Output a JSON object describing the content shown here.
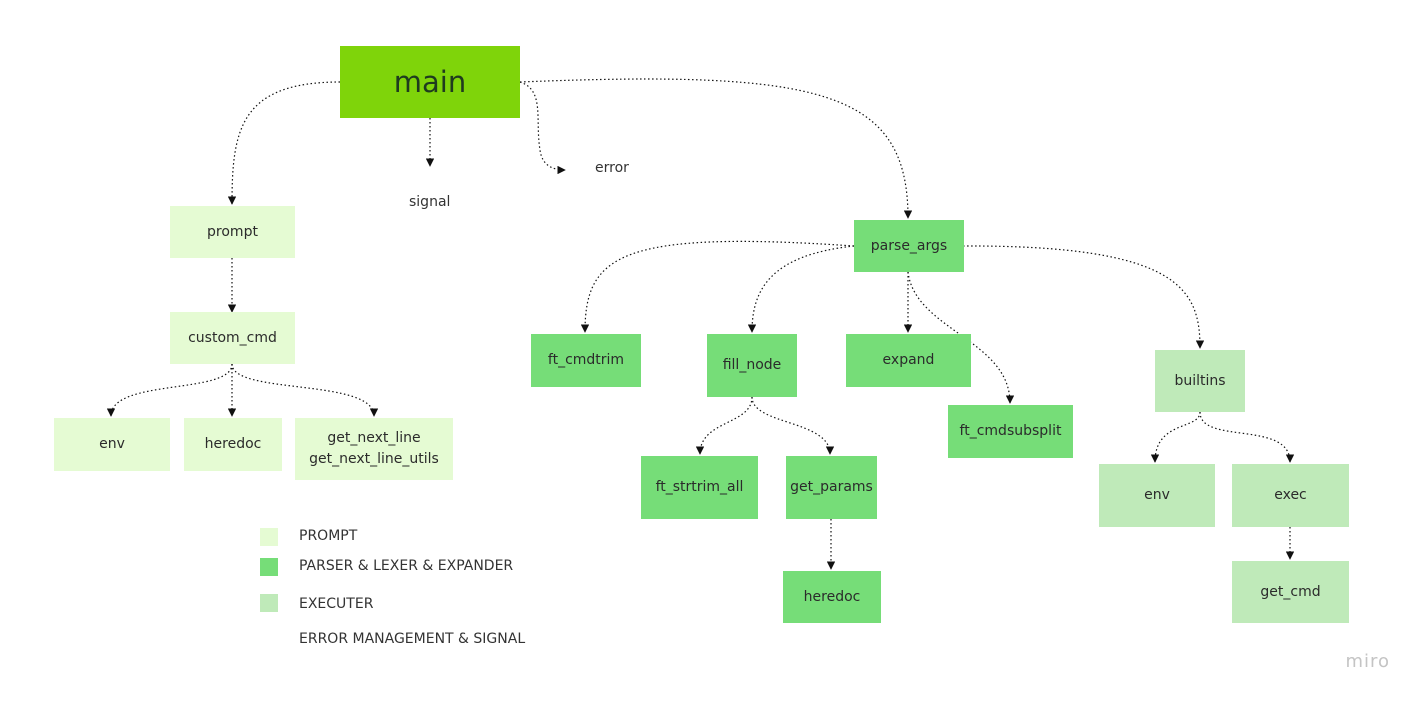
{
  "nodes": {
    "main": "main",
    "prompt": "prompt",
    "custom_cmd": "custom_cmd",
    "env_prompt": "env",
    "heredoc_prompt": "heredoc",
    "gnl_1": "get_next_line",
    "gnl_2": "get_next_line_utils",
    "parse_args": "parse_args",
    "ft_cmdtrim": "ft_cmdtrim",
    "fill_node": "fill_node",
    "expand": "expand",
    "ft_cmdsubsplit": "ft_cmdsubsplit",
    "ft_strtrim_all": "ft_strtrim_all",
    "get_params": "get_params",
    "heredoc_parser": "heredoc",
    "builtins": "builtins",
    "env_exec": "env",
    "exec": "exec",
    "get_cmd": "get_cmd"
  },
  "labels": {
    "signal": "signal",
    "error": "error"
  },
  "legend": {
    "prompt": "PROMPT",
    "parser": "PARSER & LEXER & EXPANDER",
    "executer": "EXECUTER",
    "error": "ERROR MANAGEMENT & SIGNAL"
  },
  "colors": {
    "prompt": "#e5fbd3",
    "parser": "#76dd78",
    "executer": "#bfeab9",
    "main": "#7fd40a"
  },
  "brand": "miro"
}
